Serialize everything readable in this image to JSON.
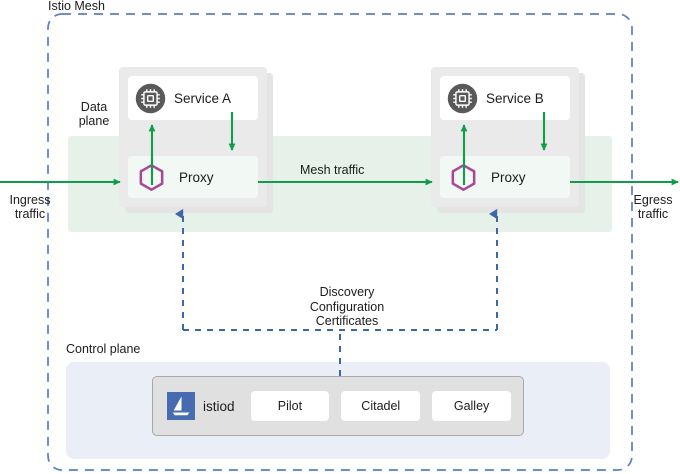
{
  "diagram": {
    "title": "Istio Mesh",
    "type": "architecture-diagram"
  },
  "mesh": {
    "boundary_label": "Istio Mesh",
    "boundary_color": "#5b7fc7"
  },
  "data_plane": {
    "label": "Data\nplane",
    "band_color": "#e6f2e9",
    "pods": [
      {
        "id": "pod-a",
        "service": {
          "label": "Service A",
          "icon": "chip-icon",
          "icon_color": "#595959"
        },
        "proxy": {
          "label": "Proxy",
          "icon": "hexagon-icon",
          "icon_color": "#a9479b"
        }
      },
      {
        "id": "pod-b",
        "service": {
          "label": "Service B",
          "icon": "chip-icon",
          "icon_color": "#595959"
        },
        "proxy": {
          "label": "Proxy",
          "icon": "hexagon-icon",
          "icon_color": "#a9479b"
        }
      }
    ]
  },
  "control_plane": {
    "label": "Control plane",
    "panel_color": "#eaeef7",
    "istiod": {
      "name": "istiod",
      "logo": "istio-sail-logo",
      "logo_color": "#466bb0",
      "components": [
        {
          "label": "Pilot"
        },
        {
          "label": "Citadel"
        },
        {
          "label": "Galley"
        }
      ]
    }
  },
  "traffic": {
    "flow_color": "#0e9d48",
    "ingress_label": "Ingress\ntraffic",
    "egress_label": "Egress\ntraffic",
    "mesh_label": "Mesh traffic"
  },
  "control_link": {
    "label": "Discovery\nConfiguration\nCertificates",
    "color": "#3f66a8",
    "style": "dashed"
  }
}
